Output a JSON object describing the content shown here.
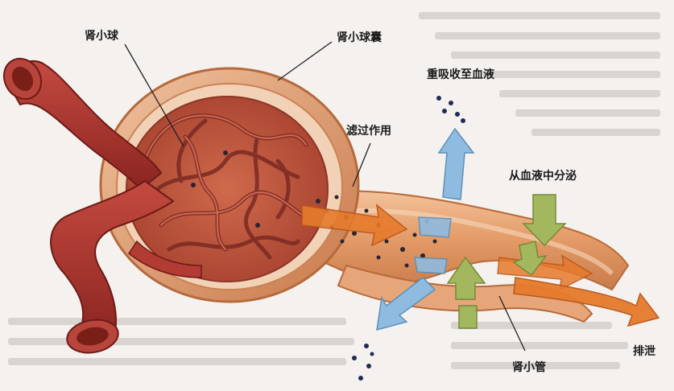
{
  "labels": {
    "glomerulus": "肾小球",
    "bowman_capsule": "肾小球囊",
    "reabsorption": "重吸收至血液",
    "filtration": "滤过作用",
    "secretion": "从血液中分泌",
    "excretion": "排泄",
    "tubule": "肾小管"
  },
  "colors": {
    "vessel": "#a83232",
    "capsule": "#d88b5c",
    "tubule": "#e8a36f",
    "reabsorb_arrow": "#7fb1d8",
    "secrete_arrow": "#9fb55a",
    "flow_arrow": "#e0782c"
  }
}
